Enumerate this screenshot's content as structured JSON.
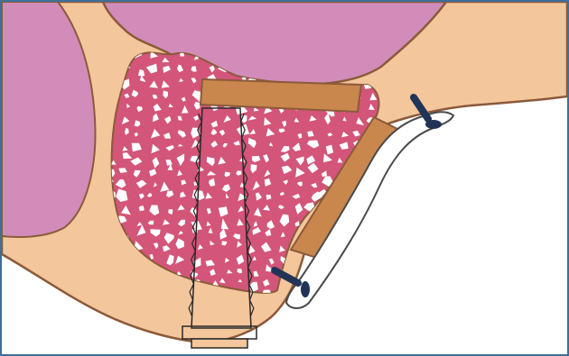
{
  "figure": {
    "border_color": "#3f6f9a",
    "colors": {
      "background": "#ffffff",
      "sinus_cavity": "#d28cba",
      "soft_tissue": "#f4c69c",
      "bone_graft": "#d35579",
      "graft_particles": "#ffffff",
      "bone_block": "#c9864d",
      "implant_outline": "#2a2a2a",
      "screws": "#213356",
      "membrane_outline": "#4a4a4a",
      "outline": "#8a5a3a"
    },
    "parts": [
      "sinus-cavity-left",
      "sinus-cavity-upper",
      "soft-tissue",
      "bone-graft-area",
      "bone-block-top",
      "bone-block-buccal",
      "dental-implant",
      "fixation-screws",
      "membrane"
    ]
  }
}
